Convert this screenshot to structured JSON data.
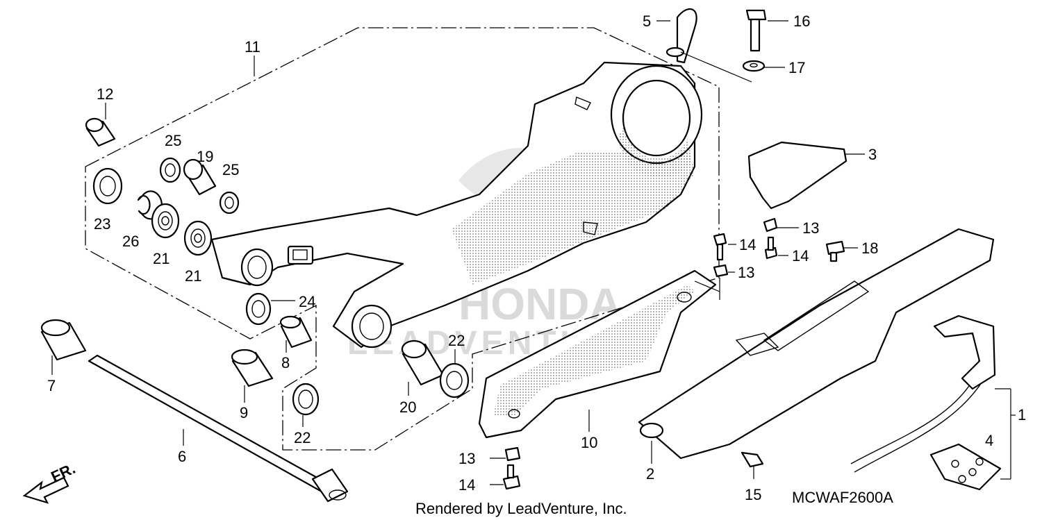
{
  "footer": {
    "credit": "Rendered by LeadVenture, Inc.",
    "code": "MCWAF2600A"
  },
  "watermark": {
    "brand": "HONDA",
    "sub": "LEADVENTURE"
  },
  "direction": {
    "label": "FR."
  },
  "callouts": {
    "c1": "1",
    "c2": "2",
    "c3": "3",
    "c4": "4",
    "c5": "5",
    "c6": "6",
    "c7": "7",
    "c8": "8",
    "c9": "9",
    "c10": "10",
    "c11": "11",
    "c12": "12",
    "c13a": "13",
    "c13b": "13",
    "c13c": "13",
    "c14a": "14",
    "c14b": "14",
    "c14c": "14",
    "c15": "15",
    "c16": "16",
    "c17": "17",
    "c18": "18",
    "c19": "19",
    "c20": "20",
    "c21a": "21",
    "c21b": "21",
    "c22a": "22",
    "c22b": "22",
    "c23": "23",
    "c24": "24",
    "c25a": "25",
    "c25b": "25",
    "c26": "26"
  },
  "colors": {
    "ink": "#000000",
    "watermark": "#d6d6d6",
    "background": "#ffffff"
  }
}
